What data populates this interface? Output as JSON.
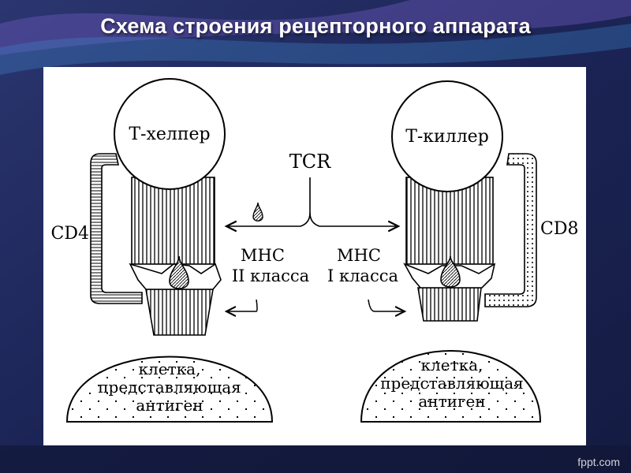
{
  "slide": {
    "title": "Схема строения рецепторного аппарата"
  },
  "diagram": {
    "left_cell": {
      "name": "Т-хелпер",
      "coreceptor": "CD4",
      "mhc_line1": "МНС",
      "mhc_line2": "II класса",
      "apc_line1": "клетка,",
      "apc_line2": "представляющая",
      "apc_line3": "антиген"
    },
    "right_cell": {
      "name": "Т-киллер",
      "coreceptor": "CD8",
      "mhc_line1": "МНС",
      "mhc_line2": "I класса",
      "apc_line1": "клетка,",
      "apc_line2": "представляющая",
      "apc_line3": "антиген"
    },
    "center_label": "TCR"
  },
  "footer": {
    "watermark": "fppt.com"
  }
}
